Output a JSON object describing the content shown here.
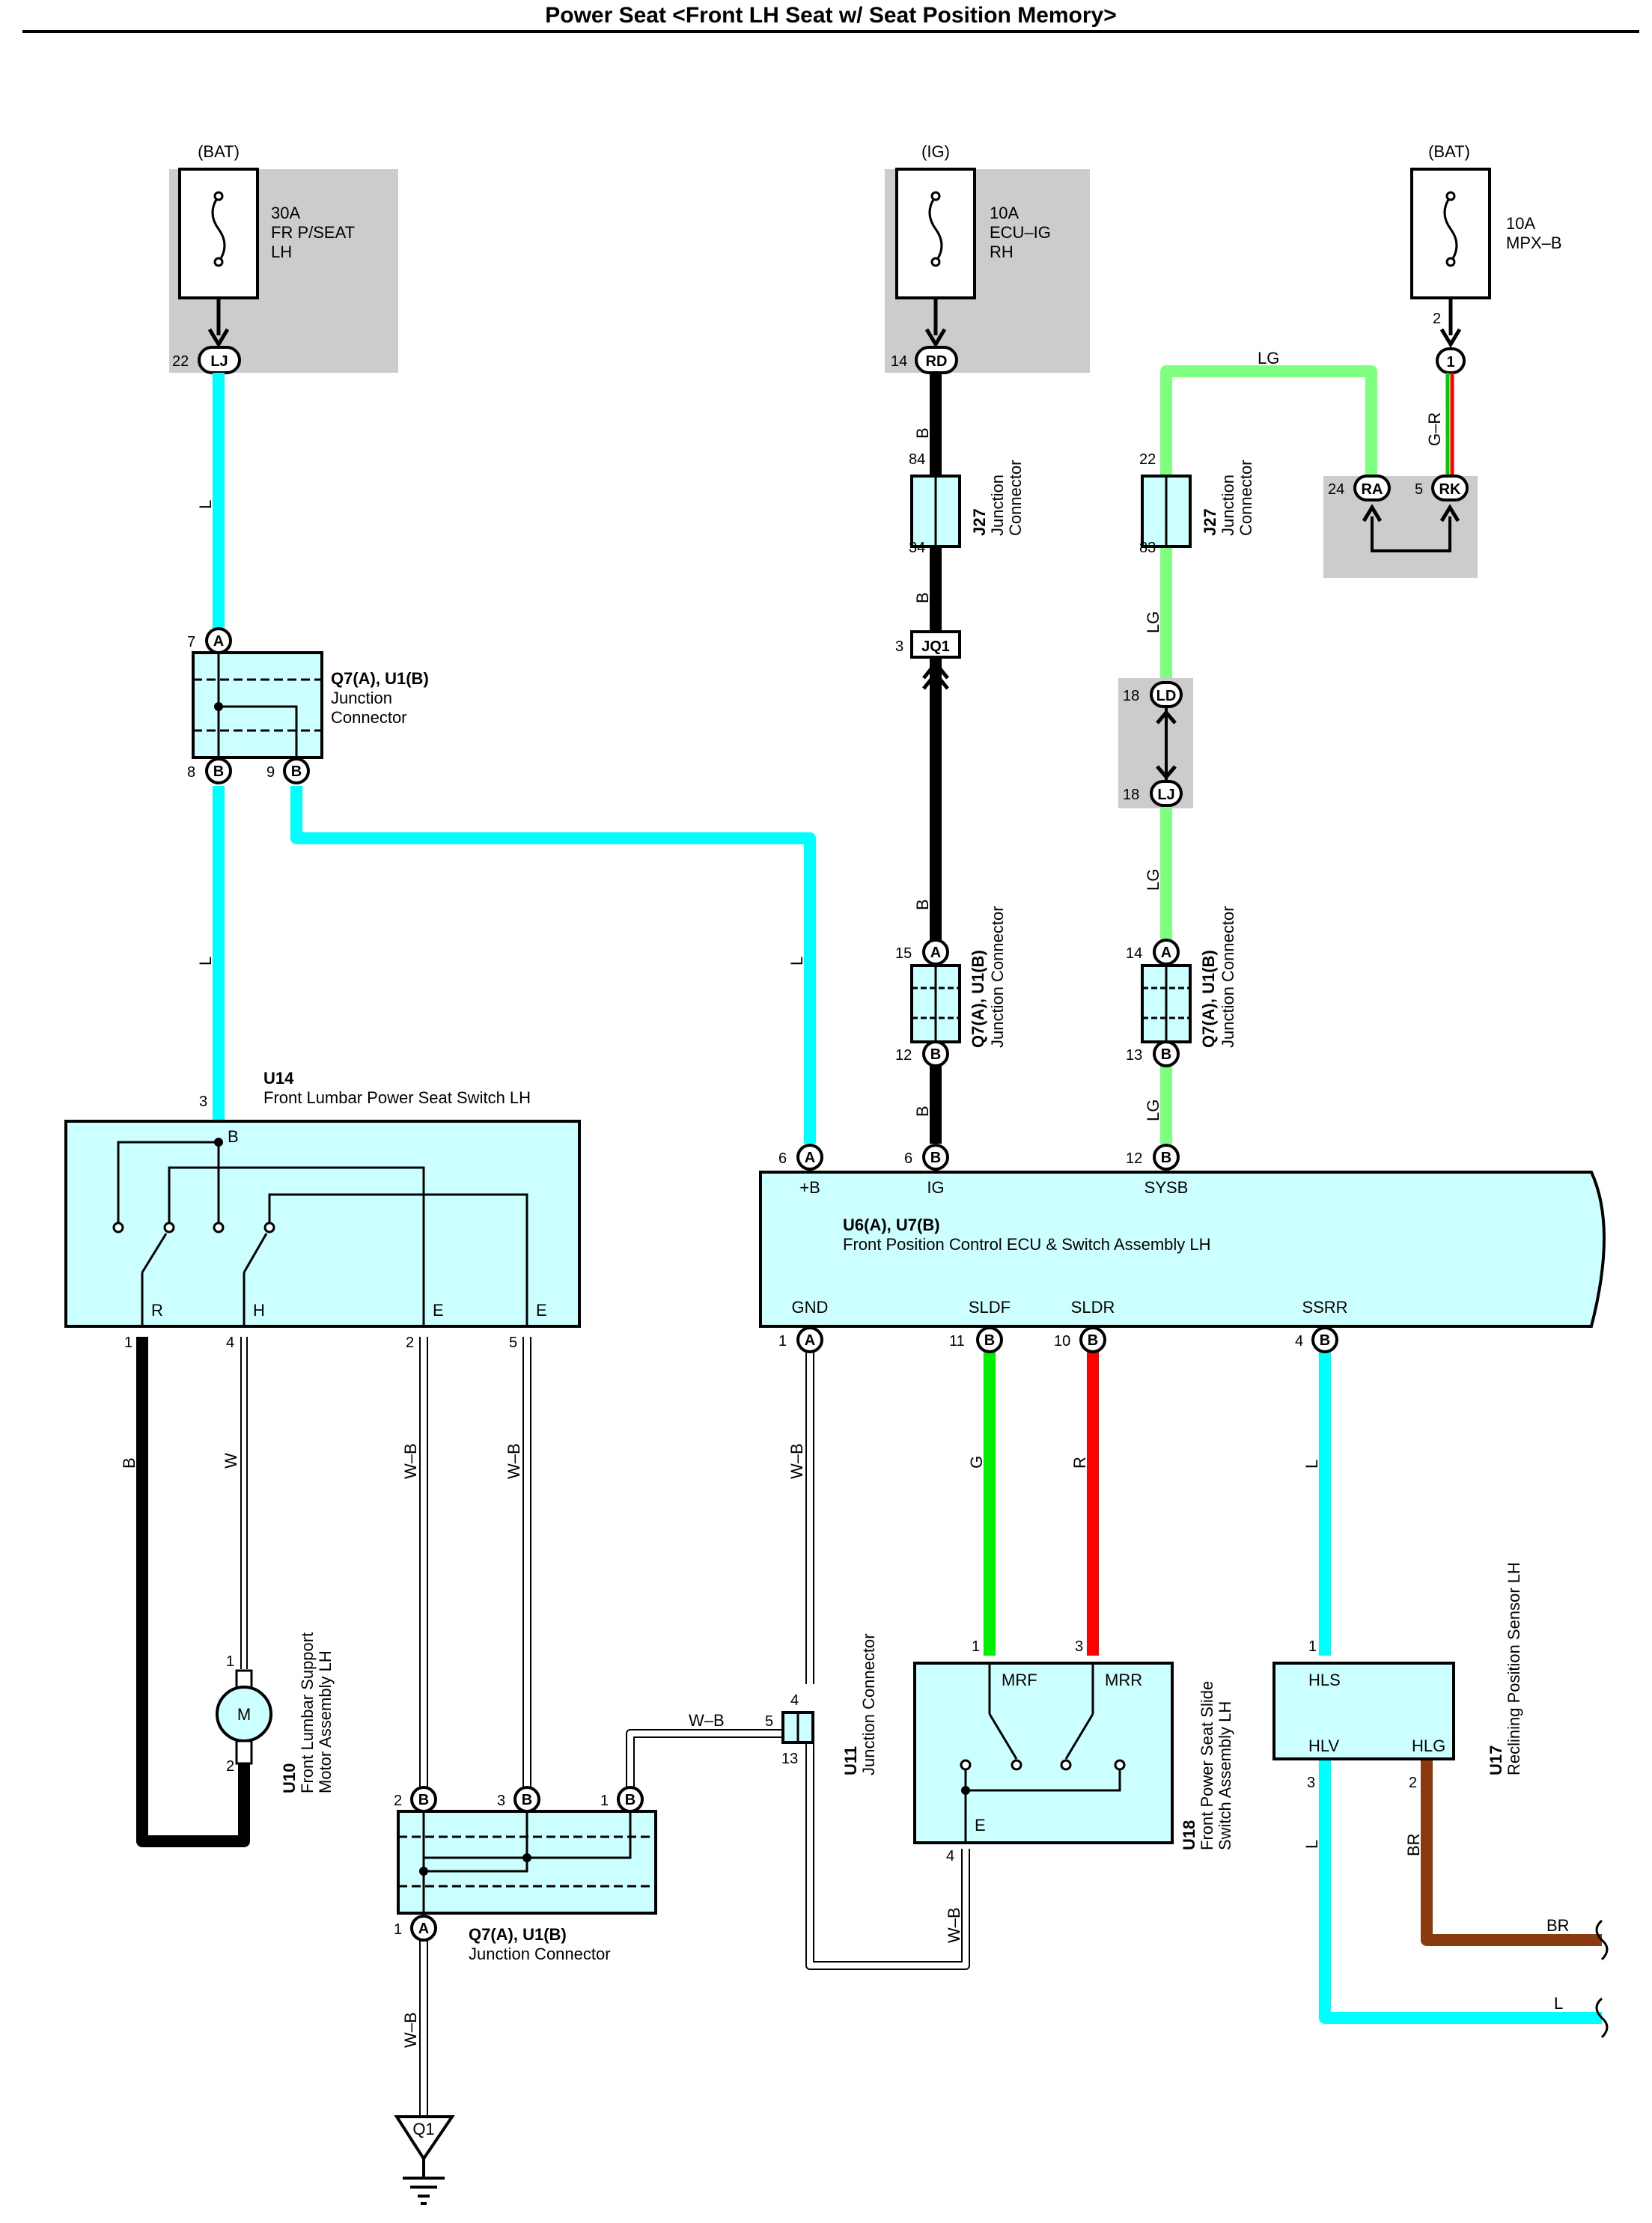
{
  "title": "Power Seat <Front LH Seat w/ Seat Position Memory>",
  "colors": {
    "L": "#00ffff",
    "B": "#000000",
    "LG": "#7fff7f",
    "G": "#00ee00",
    "R": "#ff0000",
    "BR": "#8b3a0f",
    "W": "#ffffff",
    "WB": "#ffffff",
    "box_fill": "#ccffff",
    "fuse_bg": "#cccccc"
  },
  "fuses": [
    {
      "source": "(BAT)",
      "rating": "30A",
      "name1": "FR P/SEAT",
      "name2": "LH",
      "pin": "22",
      "conn": "LJ"
    },
    {
      "source": "(IG)",
      "rating": "10A",
      "name1": "ECU–IG",
      "name2": "RH",
      "pin": "14",
      "conn": "RD"
    },
    {
      "source": "(BAT)",
      "rating": "10A",
      "name1": "MPX–B",
      "name2": "",
      "pin": "2",
      "conn": "1"
    }
  ],
  "wires": {
    "L": "L",
    "B": "B",
    "LG": "LG",
    "G": "G",
    "R": "R",
    "W": "W",
    "WB": "W–B",
    "BR": "BR",
    "GR": "G–R"
  },
  "junction_connectors": {
    "j27_name": "J27",
    "j27_desc1": "Junction",
    "j27_desc2": "Connector",
    "j27a_pin_top": "84",
    "j27a_pin_bottom": "34",
    "j27b_pin_top": "22",
    "j27b_pin_bottom": "83",
    "jq1_pin": "3",
    "jq1_label": "JQ1",
    "ra_pin": "24",
    "ra_label": "RA",
    "rk_pin": "5",
    "rk_label": "RK",
    "ld_pin": "18",
    "ld_label": "LD",
    "lj_pin": "18",
    "lj_label": "LJ",
    "q7_name": "Q7(A), U1(B)",
    "q7_desc1": "Junction",
    "q7_desc2": "Connector",
    "q7_desc_full": "Junction Connector",
    "q7_top_pin": "7",
    "q7_left_pin": "8",
    "q7_right_pin": "9",
    "q7_ig_pin_top": "15",
    "q7_ig_pin_bottom": "12",
    "q7_lg_pin_top": "14",
    "q7_lg_pin_bottom": "13",
    "q7_bot_pins": [
      "2",
      "3",
      "1"
    ],
    "q7_bot_out_pin": "1",
    "u11_name": "U11",
    "u11_pin_top": "4",
    "u11_pin_left": "5",
    "u11_pin_bottom": "13",
    "q1_label": "Q1",
    "pin_a": "A",
    "pin_b": "B"
  },
  "u14": {
    "id": "U14",
    "name": "Front Lumbar Power Seat Switch LH",
    "top_pin": "3",
    "top_term": "B",
    "terms": [
      "R",
      "H",
      "E",
      "E"
    ],
    "pins": [
      "1",
      "4",
      "2",
      "5"
    ]
  },
  "ecu": {
    "id": "U6(A), U7(B)",
    "name": "Front Position Control ECU & Switch Assembly LH",
    "top_pins": [
      {
        "pin": "6",
        "conn": "A",
        "term": "+B"
      },
      {
        "pin": "6",
        "conn": "B",
        "term": "IG"
      },
      {
        "pin": "12",
        "conn": "B",
        "term": "SYSB"
      }
    ],
    "bottom_pins": [
      {
        "pin": "1",
        "conn": "A",
        "term": "GND"
      },
      {
        "pin": "11",
        "conn": "B",
        "term": "SLDF"
      },
      {
        "pin": "10",
        "conn": "B",
        "term": "SLDR"
      },
      {
        "pin": "4",
        "conn": "B",
        "term": "SSRR"
      }
    ]
  },
  "u10": {
    "id": "U10",
    "name1": "Front Lumbar Support",
    "name2": "Motor Assembly LH",
    "pin_top": "1",
    "pin_bottom": "2",
    "motor": "M"
  },
  "u18": {
    "id": "U18",
    "name1": "Front Power Seat Slide",
    "name2": "Switch Assembly LH",
    "pins": [
      "1",
      "3",
      "4"
    ],
    "terms": [
      "MRF",
      "MRR",
      "E"
    ]
  },
  "u17": {
    "id": "U17",
    "name": "Reclining Position Sensor LH",
    "pins": [
      "1",
      "3",
      "2"
    ],
    "terms": [
      "HLS",
      "HLV",
      "HLG"
    ]
  },
  "continuation": {
    "br": "BR",
    "l": "L"
  }
}
